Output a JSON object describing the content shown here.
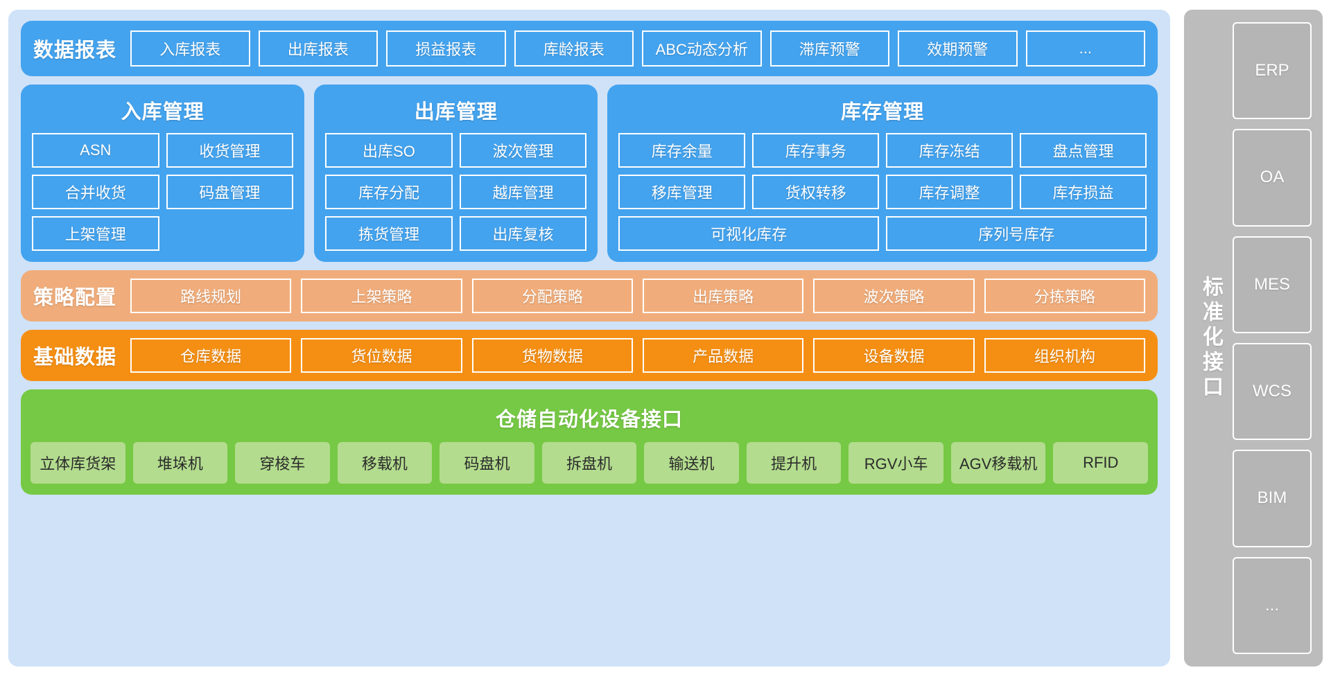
{
  "reports": {
    "title": "数据报表",
    "items": [
      "入库报表",
      "出库报表",
      "损益报表",
      "库龄报表",
      "ABC动态分析",
      "滞库预警",
      "效期预警",
      "..."
    ]
  },
  "modules": [
    {
      "title": "入库管理",
      "items": [
        "ASN",
        "收货管理",
        "合并收货",
        "码盘管理",
        "上架管理",
        ""
      ]
    },
    {
      "title": "出库管理",
      "items": [
        "出库SO",
        "波次管理",
        "库存分配",
        "越库管理",
        "拣货管理",
        "出库复核"
      ]
    },
    {
      "title": "库存管理",
      "items": [
        "库存余量",
        "库存事务",
        "库存冻结",
        "盘点管理",
        "移库管理",
        "货权转移",
        "库存调整",
        "库存损益"
      ],
      "wide_items": [
        "可视化库存",
        "序列号库存"
      ]
    }
  ],
  "strategy": {
    "title": "策略配置",
    "items": [
      "路线规划",
      "上架策略",
      "分配策略",
      "出库策略",
      "波次策略",
      "分拣策略"
    ]
  },
  "basedata": {
    "title": "基础数据",
    "items": [
      "仓库数据",
      "货位数据",
      "货物数据",
      "产品数据",
      "设备数据",
      "组织机构"
    ]
  },
  "automation": {
    "title": "仓储自动化设备接口",
    "items": [
      "立体库货架",
      "堆垛机",
      "穿梭车",
      "移载机",
      "码盘机",
      "拆盘机",
      "输送机",
      "提升机",
      "RGV小车",
      "AGV移载机",
      "RFID"
    ]
  },
  "sidebar": {
    "label": "标准化接口",
    "items": [
      "ERP",
      "OA",
      "MES",
      "WCS",
      "BIM",
      "..."
    ]
  },
  "colors": {
    "panel_bg": "#cfe2f8",
    "blue": "#44a3ee",
    "peach": "#f0ad7b",
    "orange": "#f58f13",
    "green": "#76c944",
    "green_chip": "#b3dc8e",
    "gray": "#bcbcbc",
    "gray_chip": "#b5b5b5"
  }
}
